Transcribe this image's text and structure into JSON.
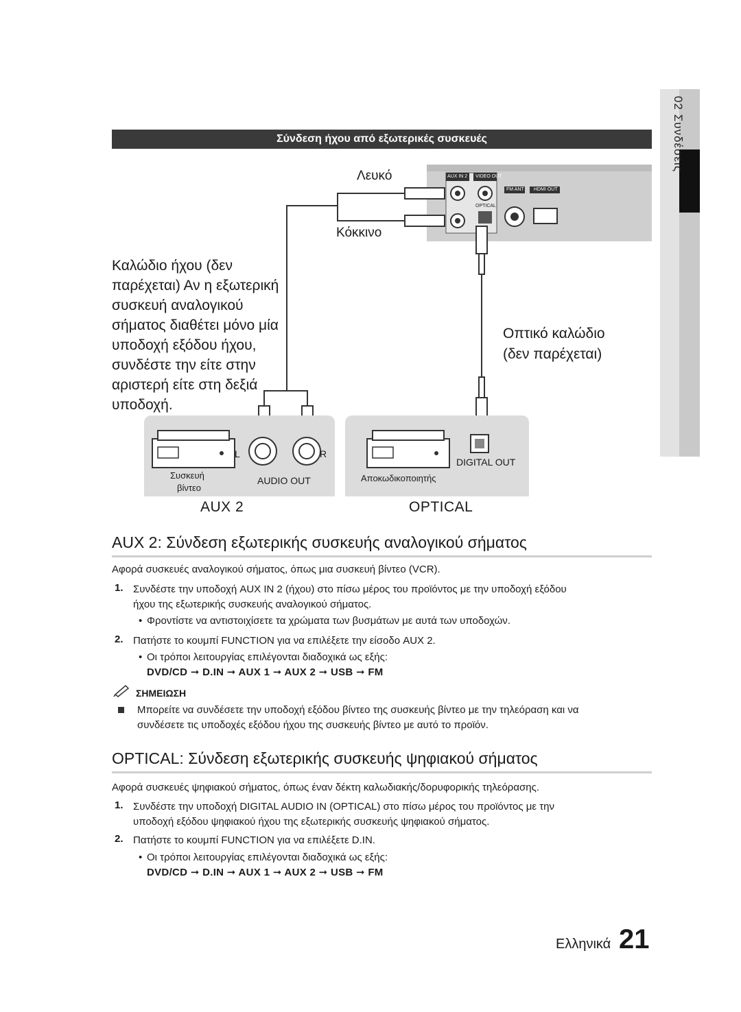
{
  "side_tab": {
    "label": "02  Συνδέσεις"
  },
  "banner": {
    "title": "Σύνδεση ήχου από εξωτερικές συσκευές"
  },
  "diagram": {
    "white_label": "Λευκό",
    "red_label": "Κόκκινο",
    "audio_cable_bold": "Καλώδιο ήχου",
    "audio_cable_note": " (δεν παρέχεται) Αν η εξωτερική συσκευή αναλογικού σήματος διαθέτει μόνο μία υποδοχή εξόδου ήχου, συνδέστε την είτε στην αριστερή είτε στη δεξιά υποδοχή.",
    "optical_cable": "Οπτικό καλώδιο",
    "optical_not_supplied": "(δεν παρέχεται)",
    "rear_panel_labels": [
      "AUX IN 2",
      "VIDEO OUT",
      "OPTICAL",
      "FM ANT",
      "HDMI OUT"
    ],
    "vcr_label_1": "Συσκευή",
    "vcr_label_2": "βίντεο",
    "audio_out": "AUDIO OUT",
    "left_ch": "L",
    "right_ch": "R",
    "decoder_label": "Αποκωδικοποιητής",
    "digital_out": "DIGITAL OUT",
    "aux2": "AUX 2",
    "optical": "OPTICAL"
  },
  "section_aux": {
    "heading": "AUX 2: Σύνδεση εξωτερικής συσκευής αναλογικού σήματος",
    "intro": "Αφορά συσκευές αναλογικού σήματος, όπως μια συσκευή βίντεο (VCR).",
    "step1_num": "1.",
    "step1_a": "Συνδέστε την υποδοχή AUX IN 2 (ήχου) στο πίσω μέρος του προϊόντος με την υποδοχή εξόδου",
    "step1_b": "ήχου της εξωτερικής συσκευής αναλογικού σήματος.",
    "step1_bullet": "Φροντίστε να αντιστοιχίσετε τα χρώματα των βυσμάτων με αυτά των υποδοχών.",
    "step2_num": "2.",
    "step2": "Πατήστε το κουμπί FUNCTION για να επιλέξετε την είσοδο AUX 2.",
    "step2_bullet": "Οι τρόποι λειτουργίας επιλέγονται διαδοχικά ως εξής:",
    "sequence": "DVD/CD ➞ D.IN ➞ AUX 1 ➞ AUX 2 ➞ USB  ➞ FM",
    "note_title": "ΣΗΜΕΙΩΣΗ",
    "note_a": "Μπορείτε να συνδέσετε την υποδοχή εξόδου βίντεο της συσκευής βίντεο με την τηλεόραση και να",
    "note_b": "συνδέσετε τις υποδοχές εξόδου ήχου της συσκευής βίντεο με αυτό το προϊόν."
  },
  "section_optical": {
    "heading": "OPTICAL: Σύνδεση εξωτερικής συσκευής ψηφιακού σήματος",
    "intro": "Αφορά συσκευές ψηφιακού σήματος, όπως έναν δέκτη καλωδιακής/δορυφορικής τηλεόρασης.",
    "step1_num": "1.",
    "step1_a": "Συνδέστε την υποδοχή DIGITAL AUDIO IN (OPTICAL) στο πίσω μέρος του προϊόντος με την",
    "step1_b": "υποδοχή εξόδου ψηφιακού ήχου της εξωτερικής συσκευής ψηφιακού σήματος.",
    "step2_num": "2.",
    "step2": "Πατήστε το κουμπί FUNCTION για να επιλέξετε D.IN.",
    "step2_bullet": "Οι τρόποι λειτουργίας επιλέγονται διαδοχικά ως εξής:",
    "sequence": "DVD/CD ➞ D.IN ➞ AUX 1 ➞ AUX 2 ➞ USB  ➞ FM"
  },
  "footer": {
    "language": "Ελληνικά",
    "page": "21"
  }
}
